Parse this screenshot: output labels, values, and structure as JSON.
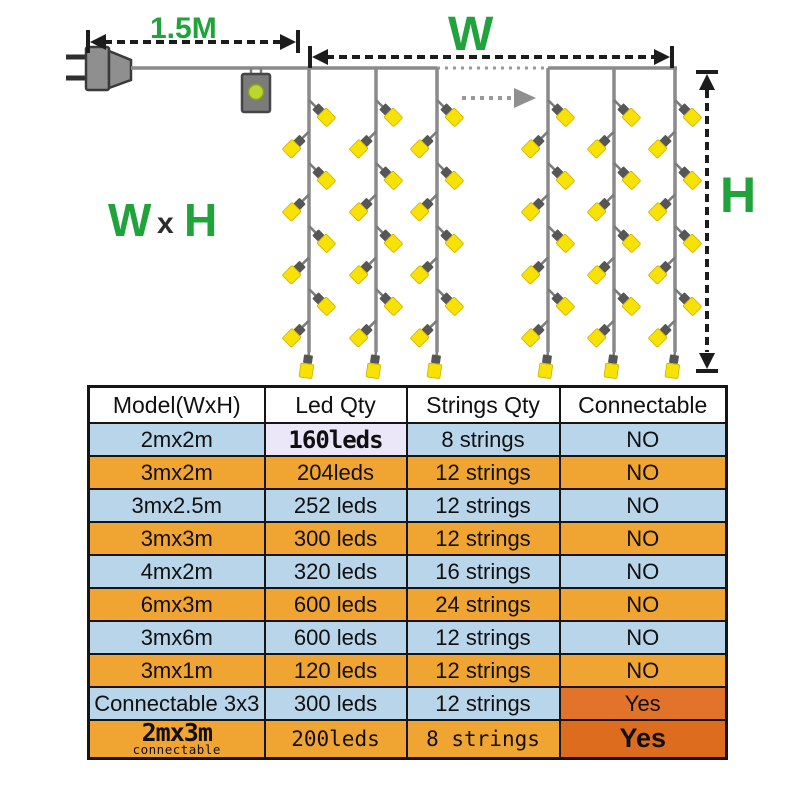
{
  "diagram": {
    "lead_length_label": "1.5M",
    "width_label": "W",
    "height_label": "H",
    "size_label": {
      "w": "W",
      "x": "x",
      "h": "H"
    }
  },
  "table": {
    "headers": [
      "Model(WxH)",
      "Led Qty",
      "Strings Qty",
      "Connectable"
    ],
    "rows": [
      {
        "model": "2mx2m",
        "led": "160leds",
        "strings": "8 strings",
        "connectable": "NO"
      },
      {
        "model": "3mx2m",
        "led": "204leds",
        "strings": "12 strings",
        "connectable": "NO"
      },
      {
        "model": "3mx2.5m",
        "led": "252 leds",
        "strings": "12 strings",
        "connectable": "NO"
      },
      {
        "model": "3mx3m",
        "led": "300 leds",
        "strings": "12 strings",
        "connectable": "NO"
      },
      {
        "model": "4mx2m",
        "led": "320 leds",
        "strings": "16 strings",
        "connectable": "NO"
      },
      {
        "model": "6mx3m",
        "led": "600 leds",
        "strings": "24 strings",
        "connectable": "NO"
      },
      {
        "model": "3mx6m",
        "led": "600 leds",
        "strings": "12 strings",
        "connectable": "NO"
      },
      {
        "model": "3mx1m",
        "led": "120 leds",
        "strings": "12 strings",
        "connectable": "NO"
      },
      {
        "model": "Connectable 3x3",
        "led": "300 leds",
        "strings": "12 strings",
        "connectable": "Yes"
      },
      {
        "model": "2mx3m",
        "model_sub": "connectable",
        "led": "200leds",
        "strings": "8 strings",
        "connectable": "Yes"
      }
    ]
  },
  "colors": {
    "accent_green": "#1fa33a",
    "dimension_black": "#1c1c1c",
    "wire_gray": "#8a8a8a",
    "bulb_yellow": "#f7e203",
    "bulb_cap_gray": "#565656",
    "row_blue": "#b9d5ea",
    "row_orange": "#f0a431",
    "yes_cell_orange": "#e2732a",
    "yes_cell_dark_orange": "#de6c1e",
    "led_highlight_lavender": "#ebe7f8",
    "table_border": "#151515"
  }
}
